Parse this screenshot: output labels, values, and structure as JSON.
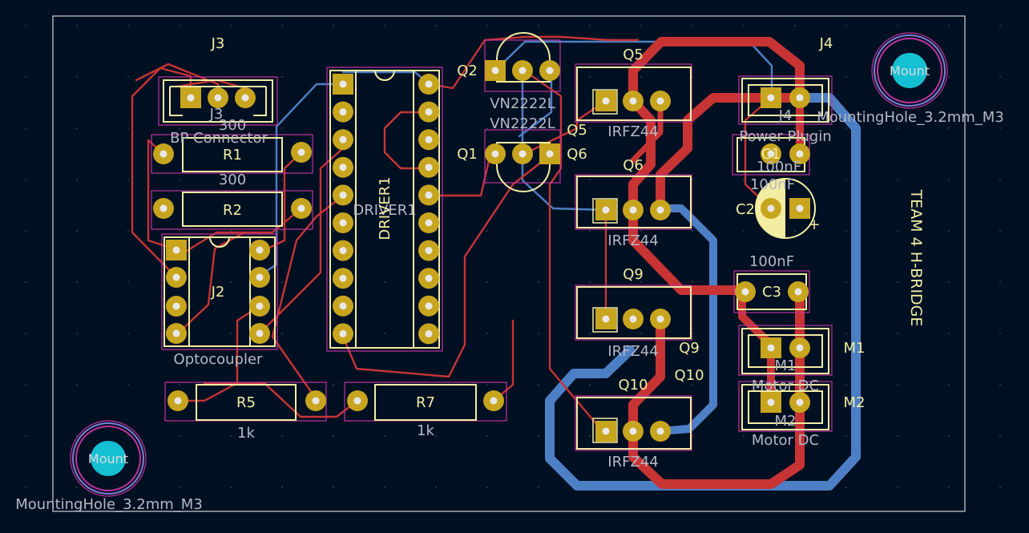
{
  "board": {
    "title": "TEAM 4 H-BRIDGE"
  },
  "mounting_holes": [
    {
      "id": "mh_tr",
      "in_label": "Mount",
      "value": "MountingHole_3.2mm_M3"
    },
    {
      "id": "mh_bl",
      "in_label": "Mount",
      "value": "MountingHole_3.2mm_M3"
    }
  ],
  "connectors": {
    "J3": {
      "ref": "J3",
      "value": "BP Connector",
      "inner": "J3"
    },
    "J4": {
      "ref": "J4",
      "value": "Power Plugin",
      "inner": "J4"
    },
    "M1": {
      "ref": "M1",
      "value": "Motor DC",
      "inner": "M1"
    },
    "M2": {
      "ref": "M2",
      "value": "Motor DC",
      "inner": "M2"
    }
  },
  "resistors": {
    "R1": {
      "ref": "R1",
      "value": "300"
    },
    "R2": {
      "ref": "R2",
      "value": "300"
    },
    "R5": {
      "ref": "R5",
      "value": "1k"
    },
    "R7": {
      "ref": "R7",
      "value": "1k"
    }
  },
  "ics": {
    "J2": {
      "ref": "J2",
      "value": "Optocoupler"
    },
    "DRIVER1": {
      "ref": "DRIVER1",
      "inner": "DRIVER1"
    }
  },
  "transistors": {
    "Q1": {
      "ref": "Q1",
      "value": "VN2222L"
    },
    "Q2": {
      "ref": "Q2",
      "value": "VN2222L"
    },
    "Q5": {
      "ref": "Q5",
      "value": "IRFZ44",
      "label": "Q5"
    },
    "Q6": {
      "ref": "Q6",
      "value": "IRFZ44",
      "label": "Q6"
    },
    "Q9": {
      "ref": "Q9",
      "value": "IRFZ44",
      "label": "Q9"
    },
    "Q10": {
      "ref": "Q10",
      "value": "IRFZ44",
      "label": "Q10"
    }
  },
  "capacitors": {
    "C1": {
      "ref": "C1",
      "value": "100nF"
    },
    "C2": {
      "ref": "C2",
      "value": "100nF",
      "polarity": "+"
    },
    "C3": {
      "ref": "C3",
      "value": "100nF"
    }
  },
  "colors": {
    "background": "#001023",
    "edge": "#d0d2cd",
    "front_copper": "#c83434",
    "back_copper": "#4d7fc4",
    "pad": "#c8a51e",
    "silkscreen": "#f2eda1",
    "courtyard": "#c2339c",
    "mounting_pad": "#15c0d3"
  }
}
